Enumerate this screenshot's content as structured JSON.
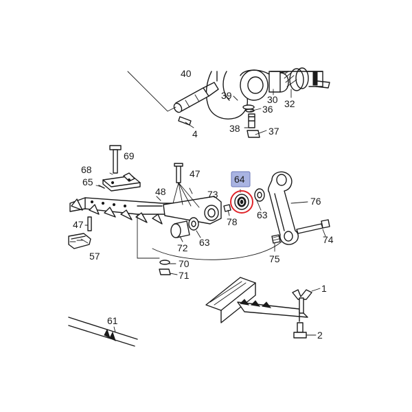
{
  "callouts": {
    "c1": "1",
    "c2": "2",
    "c4": "4",
    "c30": "30",
    "c32": "32",
    "c36": "36",
    "c37": "37",
    "c38": "38",
    "c39": "39",
    "c40": "40",
    "c47a": "47",
    "c47b": "47",
    "c48": "48",
    "c57": "57",
    "c61": "61",
    "c63a": "63",
    "c63b": "63",
    "c64": "64",
    "c65": "65",
    "c68": "68",
    "c69": "69",
    "c70": "70",
    "c71": "71",
    "c72": "72",
    "c73": "73",
    "c74": "74",
    "c75": "75",
    "c76": "76",
    "c78": "78"
  },
  "highlight": {
    "part": "64",
    "box_color": "#a9b4e2",
    "ring_color": "#e0242a"
  }
}
